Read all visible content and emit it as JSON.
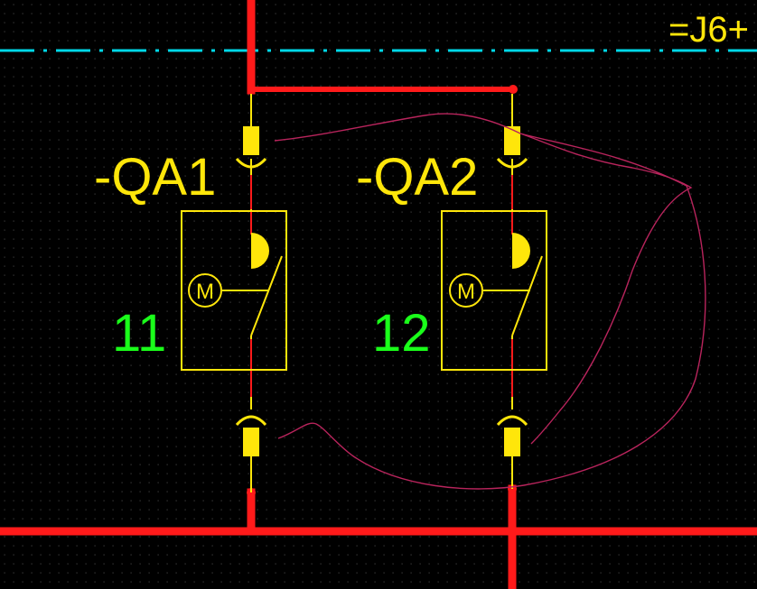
{
  "location_label": "=J6+",
  "devices": [
    {
      "tag": "-QA1",
      "number": "11",
      "motor_symbol": "M"
    },
    {
      "tag": "-QA2",
      "number": "12",
      "motor_symbol": "M"
    }
  ],
  "colors": {
    "background": "#000000",
    "grid_dot": "#3c3c3c",
    "boundary_line": "#00d8e8",
    "power_wire": "#ff1a1a",
    "component": "#ffe60a",
    "number_text": "#1aff1a",
    "annotation_stroke": "#b8245c"
  },
  "icons": {
    "motor": "motor-circle-icon",
    "contact": "switch-contact-icon",
    "terminal": "terminal-socket-icon"
  }
}
